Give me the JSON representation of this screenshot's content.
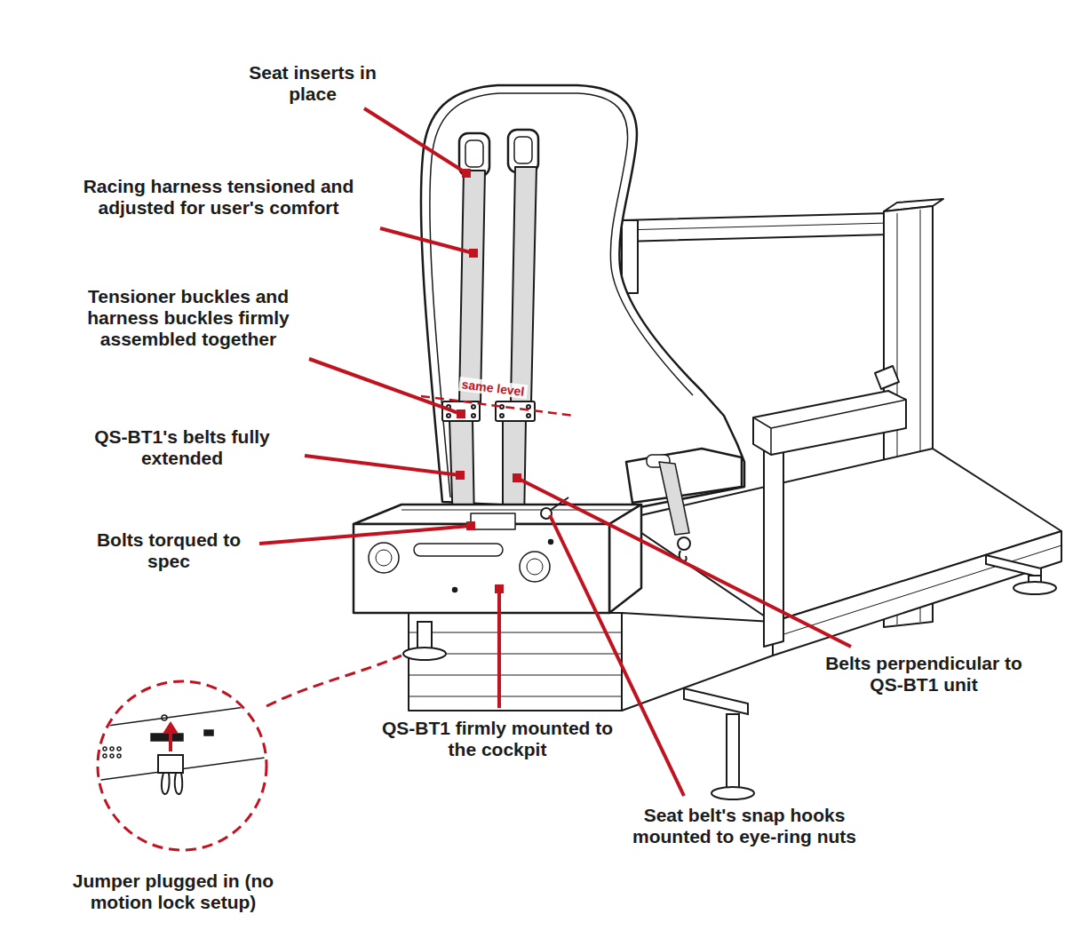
{
  "diagram": {
    "labels": [
      "Seat inserts in place",
      "Racing harness tensioned and adjusted for user's comfort",
      "Tensioner buckles and harness buckles firmly assembled together",
      "QS-BT1's belts fully extended",
      "Bolts torqued to spec",
      "Jumper plugged in (no motion lock setup)",
      "QS-BT1 firmly mounted to the cockpit",
      "Seat belt's snap hooks mounted to eye-ring nuts",
      "Belts perpendicular to QS-BT1 unit",
      "same level"
    ]
  }
}
